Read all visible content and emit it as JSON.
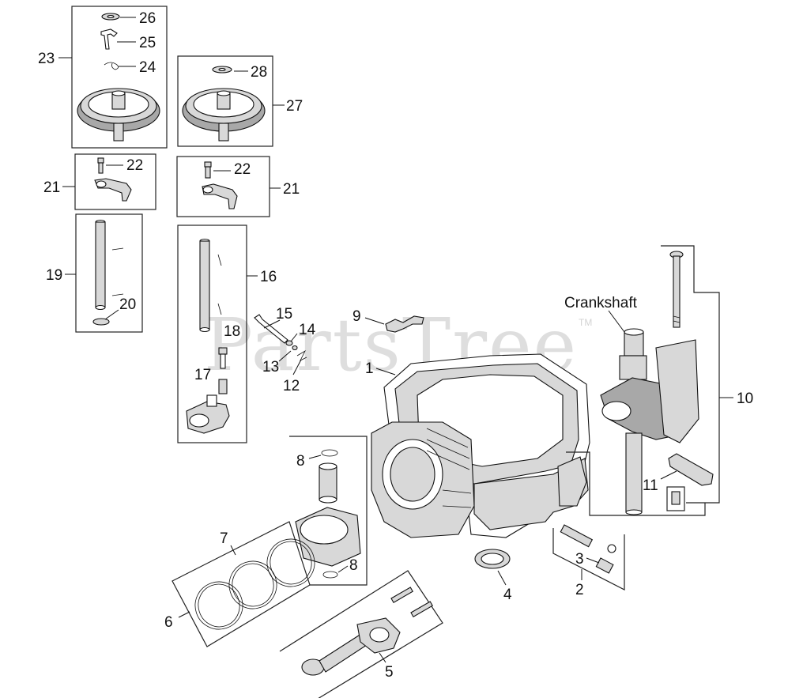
{
  "watermark": {
    "text": "PartsTree",
    "trademark": "TM"
  },
  "crankshaft_label": "Crankshaft",
  "callouts": {
    "c1": "1",
    "c2": "2",
    "c3": "3",
    "c4": "4",
    "c5": "5",
    "c6": "6",
    "c7": "7",
    "c8a": "8",
    "c8b": "8",
    "c9": "9",
    "c10": "10",
    "c11": "11",
    "c12": "12",
    "c13": "13",
    "c14": "14",
    "c15": "15",
    "c16": "16",
    "c17": "17",
    "c18": "18",
    "c19": "19",
    "c20": "20",
    "c21a": "21",
    "c21b": "21",
    "c22a": "22",
    "c22b": "22",
    "c23": "23",
    "c24": "24",
    "c25": "25",
    "c26": "26",
    "c27": "27",
    "c28": "28"
  }
}
